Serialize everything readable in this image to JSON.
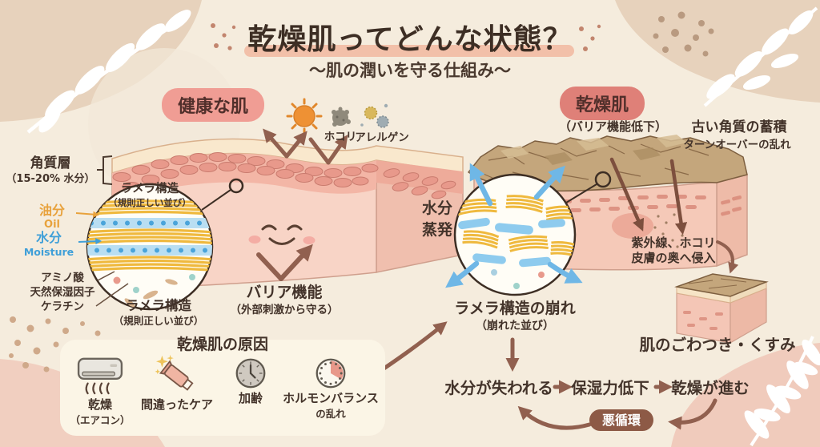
{
  "title": {
    "main": "乾燥肌ってどんな状態？",
    "subtitle": "～肌の潤いを守る仕組み～"
  },
  "healthy": {
    "heading": "健康な肌",
    "stratum": "角質層",
    "stratum_sub": "（15-20% 水分）",
    "dust": "ホコリ",
    "allergen": "アレルゲン",
    "lamella": "ラメラ構造",
    "lamella_sub": "（規則正しい並び）",
    "oil": "油分",
    "oil_en": "Oil",
    "moisture": "水分",
    "moisture_en": "Moisture",
    "nmf": [
      "アミノ酸",
      "天然保湿因子",
      "ケラチン"
    ],
    "lamella2": "ラメラ構造",
    "lamella2_sub": "（規則正しい並び）",
    "barrier": "バリア機能",
    "barrier_sub": "（外部刺激から守る）"
  },
  "dry": {
    "heading": "乾燥肌",
    "heading_sub": "（バリア機能低下）",
    "keratin": "古い角質の蓄積",
    "keratin_sub": "ターンオーバーの乱れ",
    "evaporation": [
      "水分",
      "蒸発"
    ],
    "uv": [
      "紫外線、ホコリ",
      "皮膚の奥へ侵入"
    ],
    "lamella_broken": "ラメラ構造の崩れ",
    "lamella_broken_sub": "（崩れた並び）",
    "rough": "肌のごわつき・くすみ"
  },
  "causes": {
    "heading": "乾燥肌の原因",
    "items": [
      {
        "icon": "air-conditioner-icon",
        "label": "乾燥",
        "sub": "（エアコン）"
      },
      {
        "icon": "cosmetic-tube-icon",
        "label": "間違ったケア",
        "sub": ""
      },
      {
        "icon": "clock-icon",
        "label": "加齢",
        "sub": ""
      },
      {
        "icon": "hormone-clock-icon",
        "label": "ホルモンバランス",
        "sub": "の乱れ"
      }
    ]
  },
  "cycle": {
    "step1": "水分が失われる",
    "step2": "保湿力低下",
    "step3": "乾燥が進む",
    "badge": "悪循環"
  },
  "colors": {
    "background": "#f5ecdd",
    "healthy_pill": "#f09d94",
    "dry_pill": "#df8078",
    "text": "#43332a",
    "arrow_brown": "#91604f",
    "arrow_blue": "#6fb7e6",
    "oil_yellow": "#e8a23c",
    "water_blue": "#3f9fd8",
    "badge": "#8d5a46",
    "highlight": "#f2c0a9"
  }
}
